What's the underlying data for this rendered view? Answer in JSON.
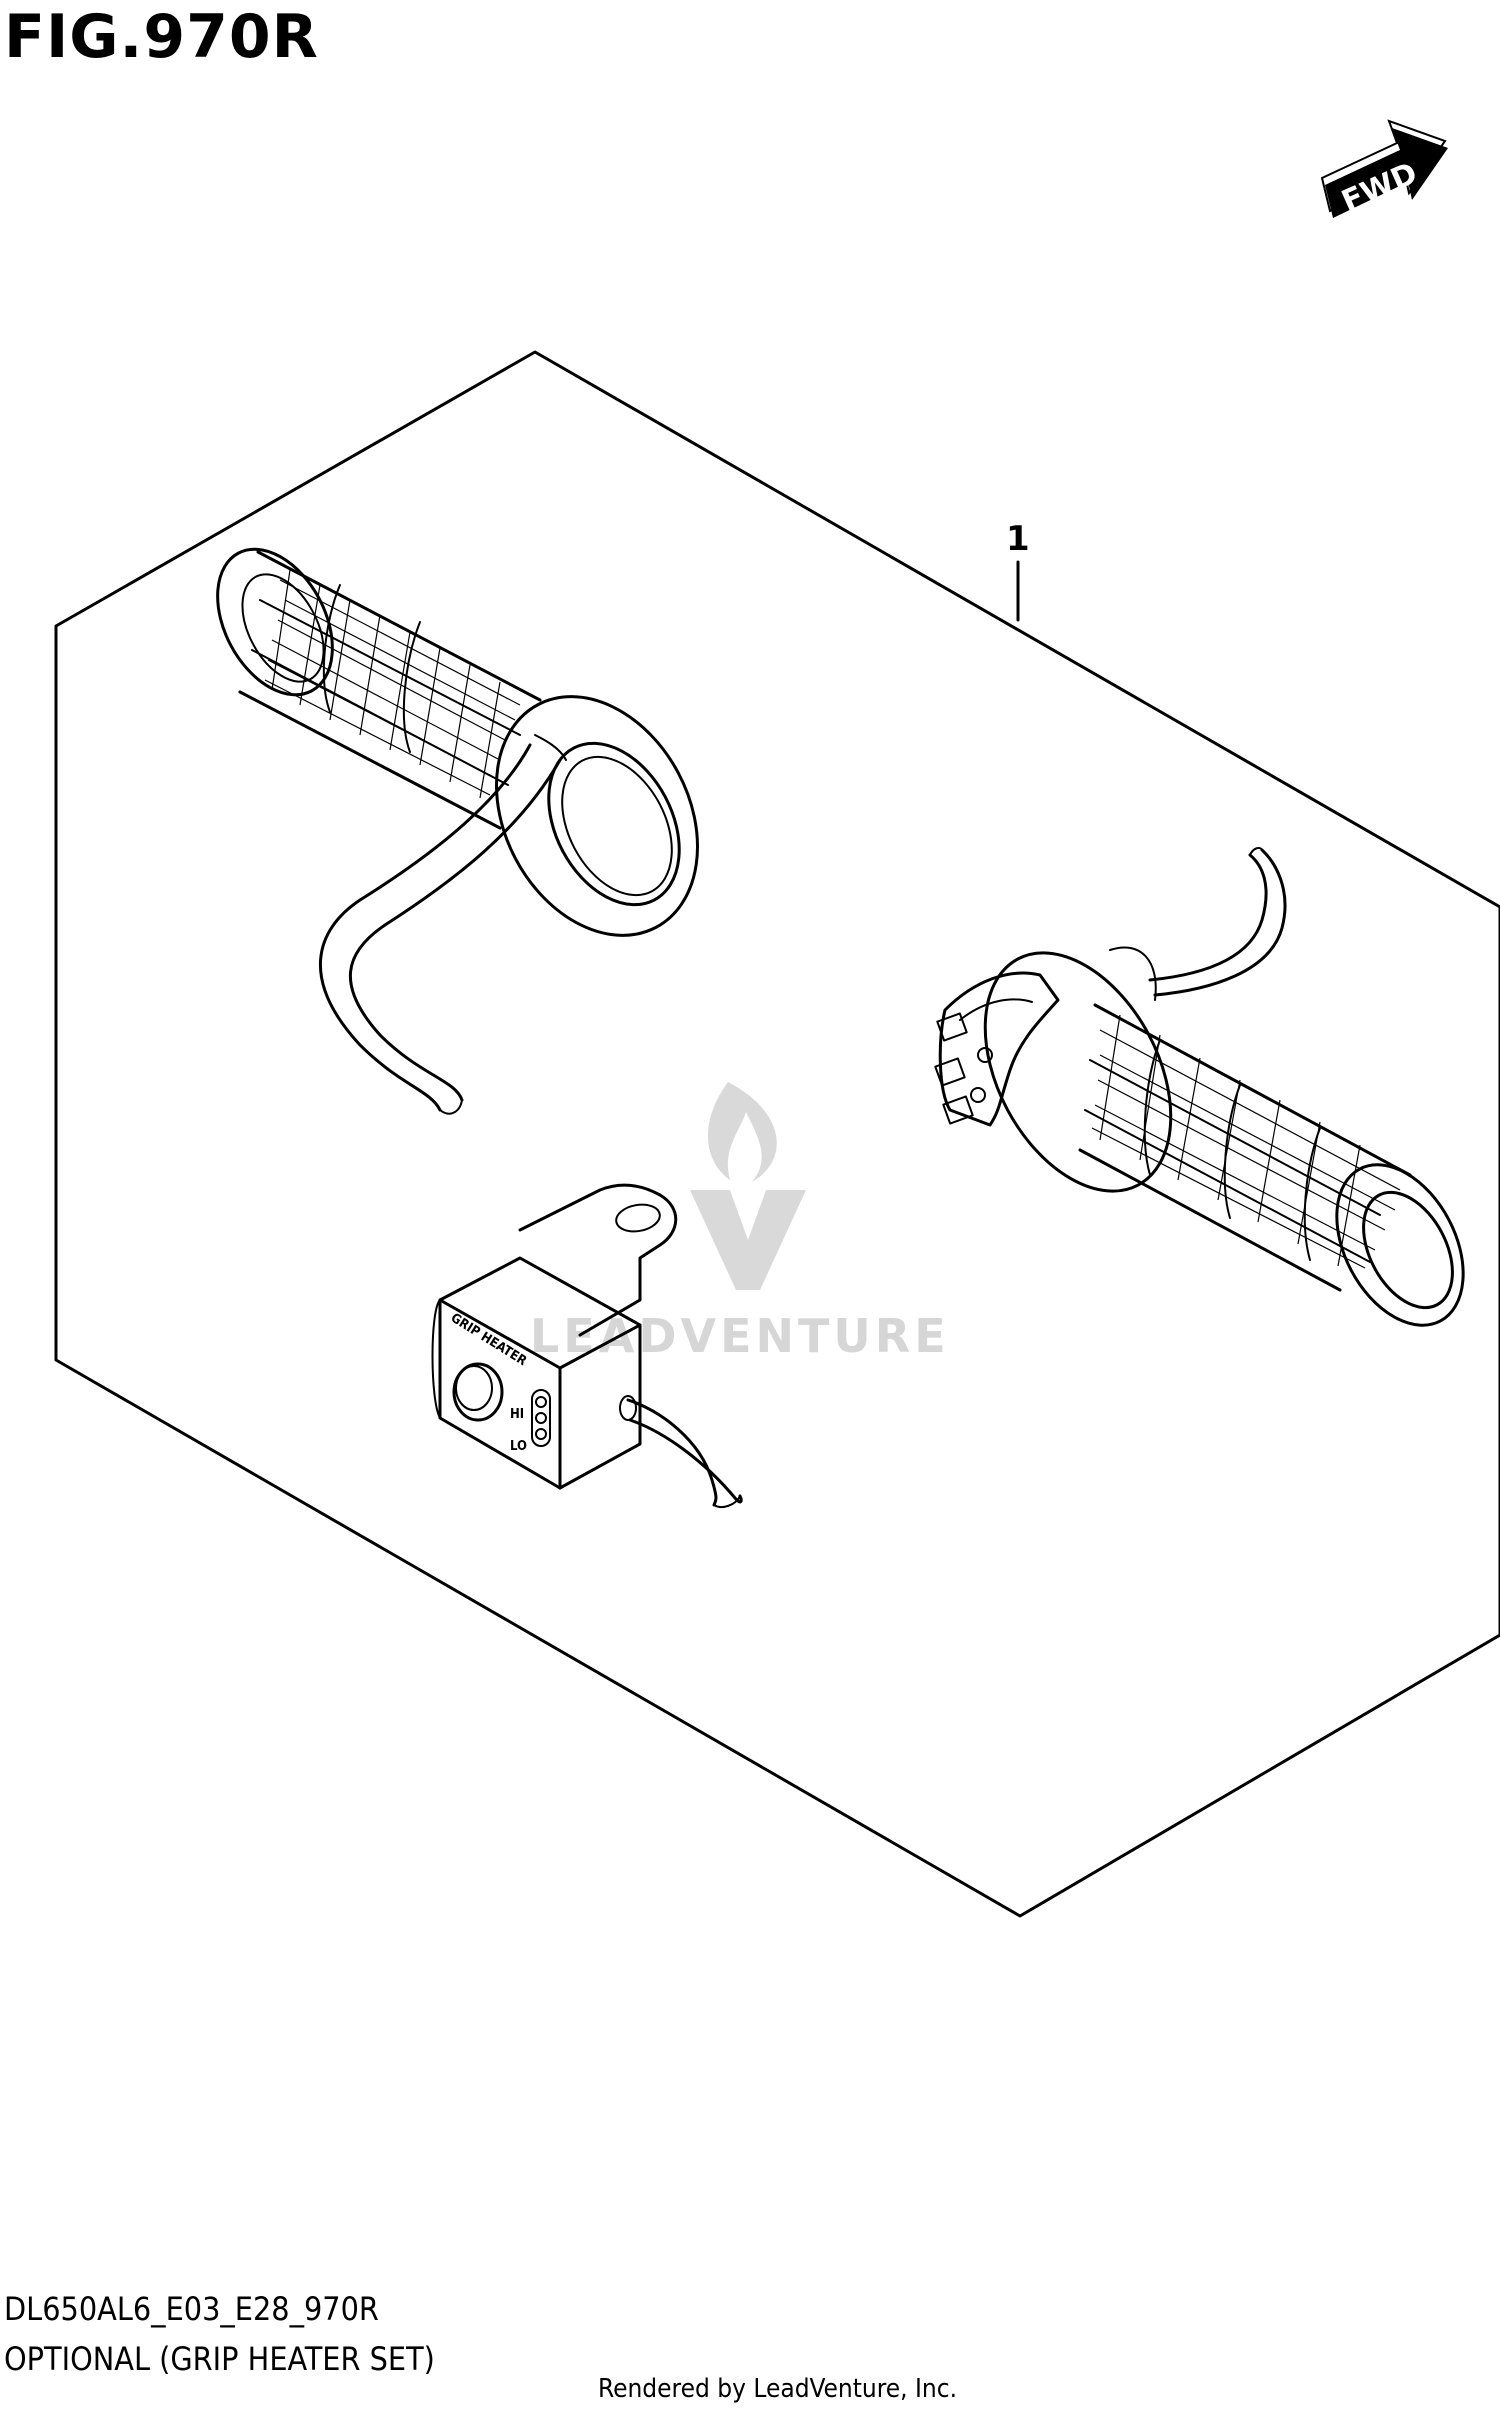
{
  "figure": {
    "title": "FIG.970R",
    "model_code": "DL650AL6_E03_E28_970R",
    "section_title": "OPTIONAL (GRIP HEATER SET)"
  },
  "direction_marker": {
    "label": "FWD"
  },
  "callouts": [
    {
      "number": "1"
    }
  ],
  "switch_labels": {
    "name": "GRIP HEATER",
    "hi": "HI",
    "lo": "LO"
  },
  "watermark": {
    "text": "LEADVENTURE"
  },
  "credit": {
    "text": "Rendered by LeadVenture, Inc."
  }
}
